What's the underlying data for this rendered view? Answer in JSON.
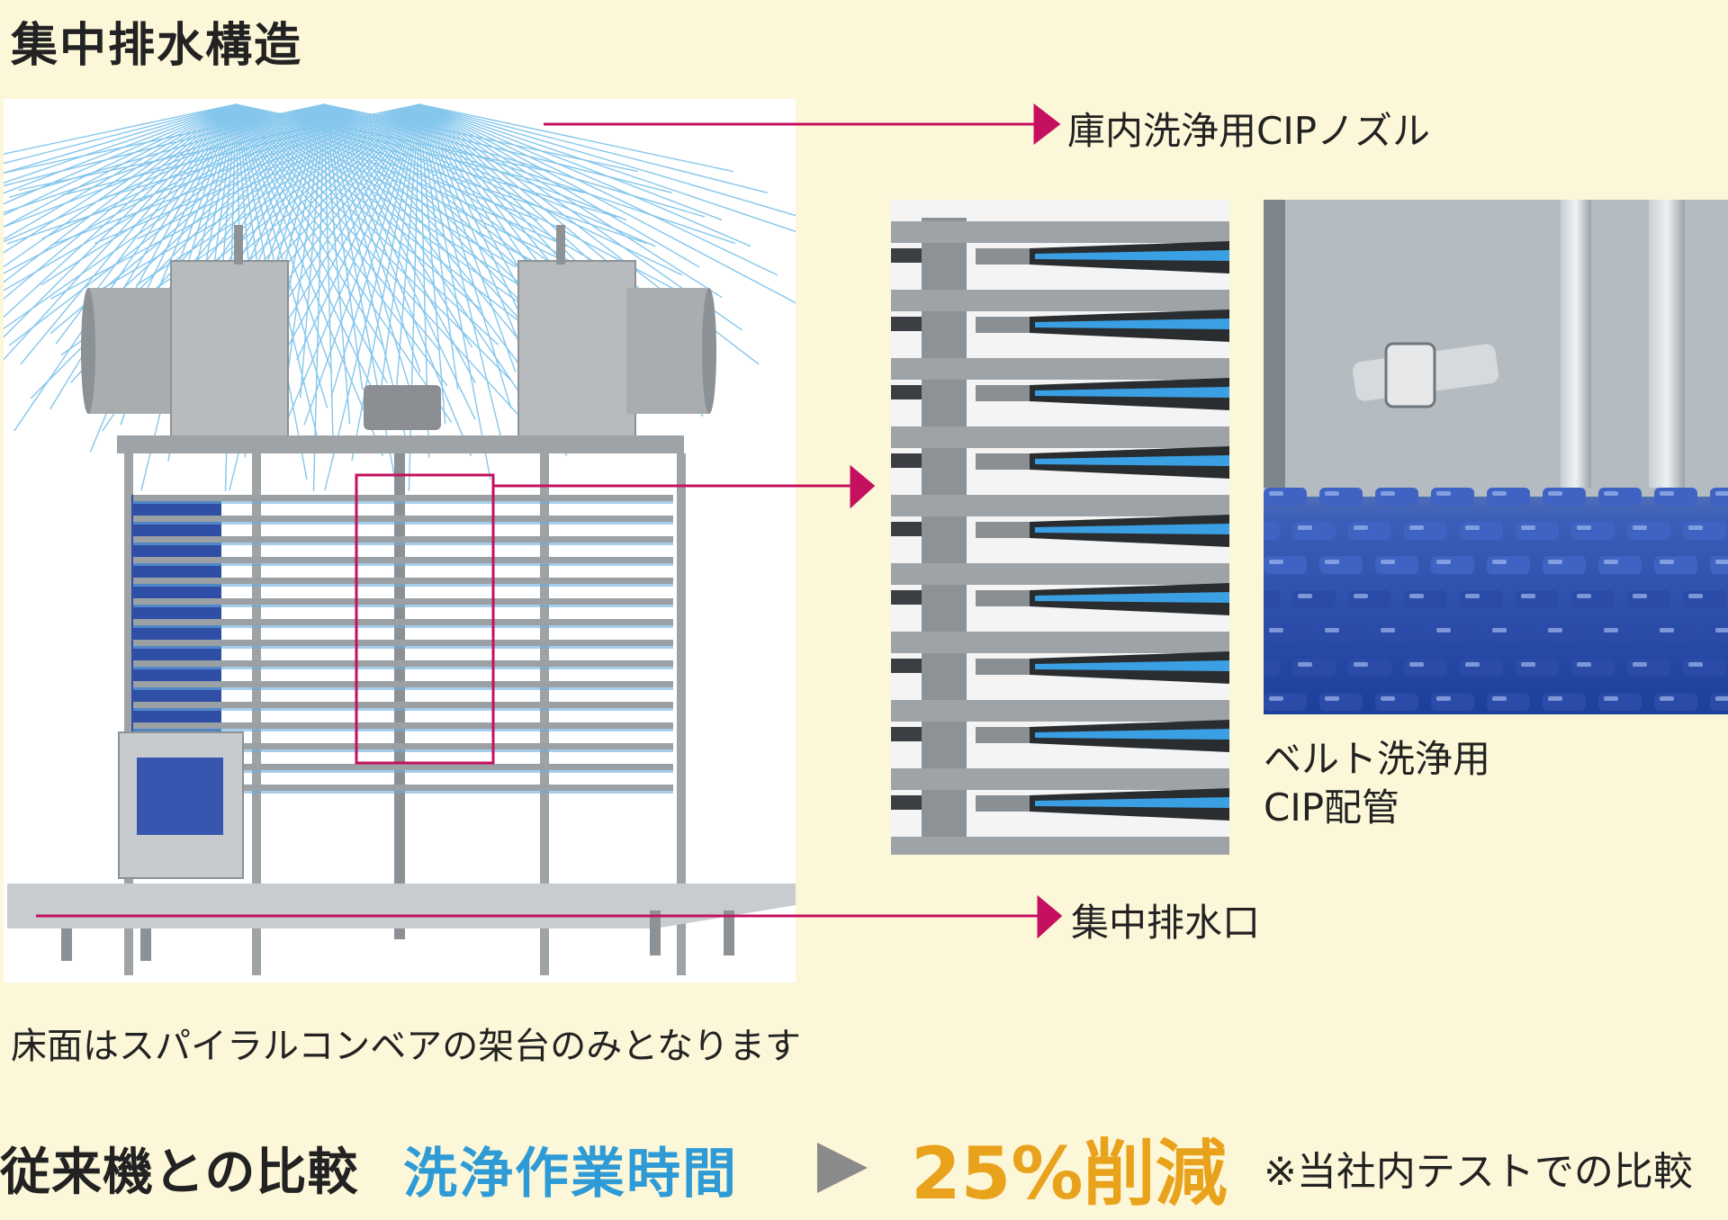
{
  "title": "集中排水構造",
  "labels": {
    "nozzle": "庫内洗浄用CIPノズル",
    "belt_line1": "ベルト洗浄用",
    "belt_line2": "CIP配管",
    "drain": "集中排水口"
  },
  "caption": "床面はスパイラルコンベアの架台のみとなります",
  "comparison": {
    "heading": "従来機との比較",
    "metric": "洗浄作業時間",
    "result": "25%削減",
    "note": "※当社内テストでの比較"
  },
  "colors": {
    "background": "#fcf7d8",
    "leader_line": "#c4105f",
    "metric_text": "#2e9bd6",
    "result_text": "#e9a21c"
  }
}
